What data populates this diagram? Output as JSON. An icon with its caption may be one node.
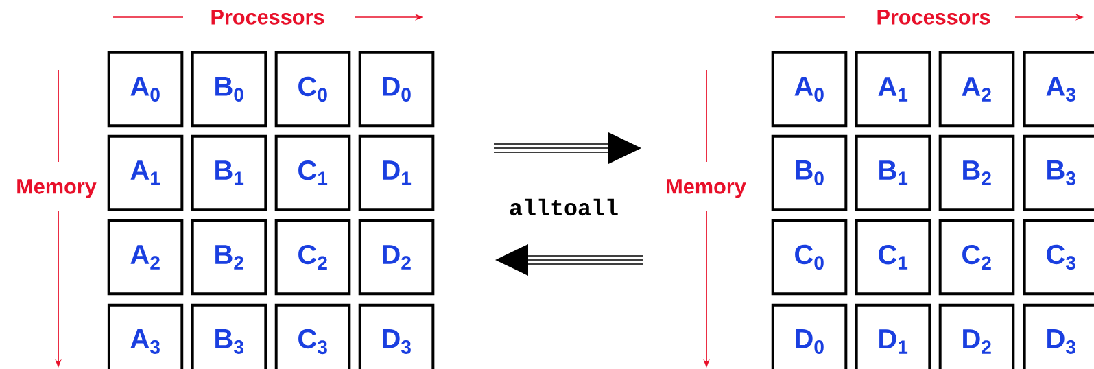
{
  "diagram": {
    "nodes": [
      {
        "text": [
          "A$_{0}$"
        ]
      },
      {
        "text": [
          "B$_{0}$"
        ]
      },
      {
        "text": [
          "C$_{0}$"
        ]
      },
      {
        "text": [
          "D$_{0}$"
        ]
      },
      {
        "text": [
          "A$_{1}$"
        ]
      },
      {
        "text": [
          "B$_{1}$"
        ]
      },
      {
        "text": [
          "C$_{1}$"
        ]
      },
      {
        "text": [
          "D$_{1}$"
        ]
      },
      {
        "text": [
          "A$_{2}$"
        ]
      },
      {
        "text": [
          "B$_{2}$"
        ]
      },
      {
        "text": [
          "C$_{2}$"
        ]
      },
      {
        "text": [
          "D$_{2}$"
        ]
      },
      {
        "text": [
          "A$_{3}$"
        ]
      },
      {
        "text": [
          "B$_{3}$"
        ]
      },
      {
        "text": [
          "C$_{3}$"
        ]
      },
      {
        "text": [
          "D$_{3}$"
        ]
      },
      {
        "text": [
          "A$_{0}$"
        ]
      },
      {
        "text": [
          "A$_{1}$"
        ]
      },
      {
        "text": [
          "A$_{2}$"
        ]
      },
      {
        "text": [
          "A$_{3}$"
        ]
      },
      {
        "text": [
          "B$_{0}$"
        ]
      },
      {
        "text": [
          "B$_{1}$"
        ]
      },
      {
        "text": [
          "B$_{2}$"
        ]
      },
      {
        "text": [
          "B$_{3}$"
        ]
      },
      {
        "text": [
          "C$_{0}$"
        ]
      },
      {
        "text": [
          "C$_{1}$"
        ]
      },
      {
        "text": [
          "C$_{2}$"
        ]
      },
      {
        "text": [
          "C$_{3}$"
        ]
      },
      {
        "text": [
          "D$_{0}$"
        ]
      },
      {
        "text": [
          "D$_{1}$"
        ]
      },
      {
        "text": [
          "D$_{2}$"
        ]
      },
      {
        "text": [
          "D$_{3}$"
        ]
      }
    ],
    "labels": [
      "Processors",
      "Processors",
      "Memory",
      "alltoall",
      "Memory"
    ]
  }
}
